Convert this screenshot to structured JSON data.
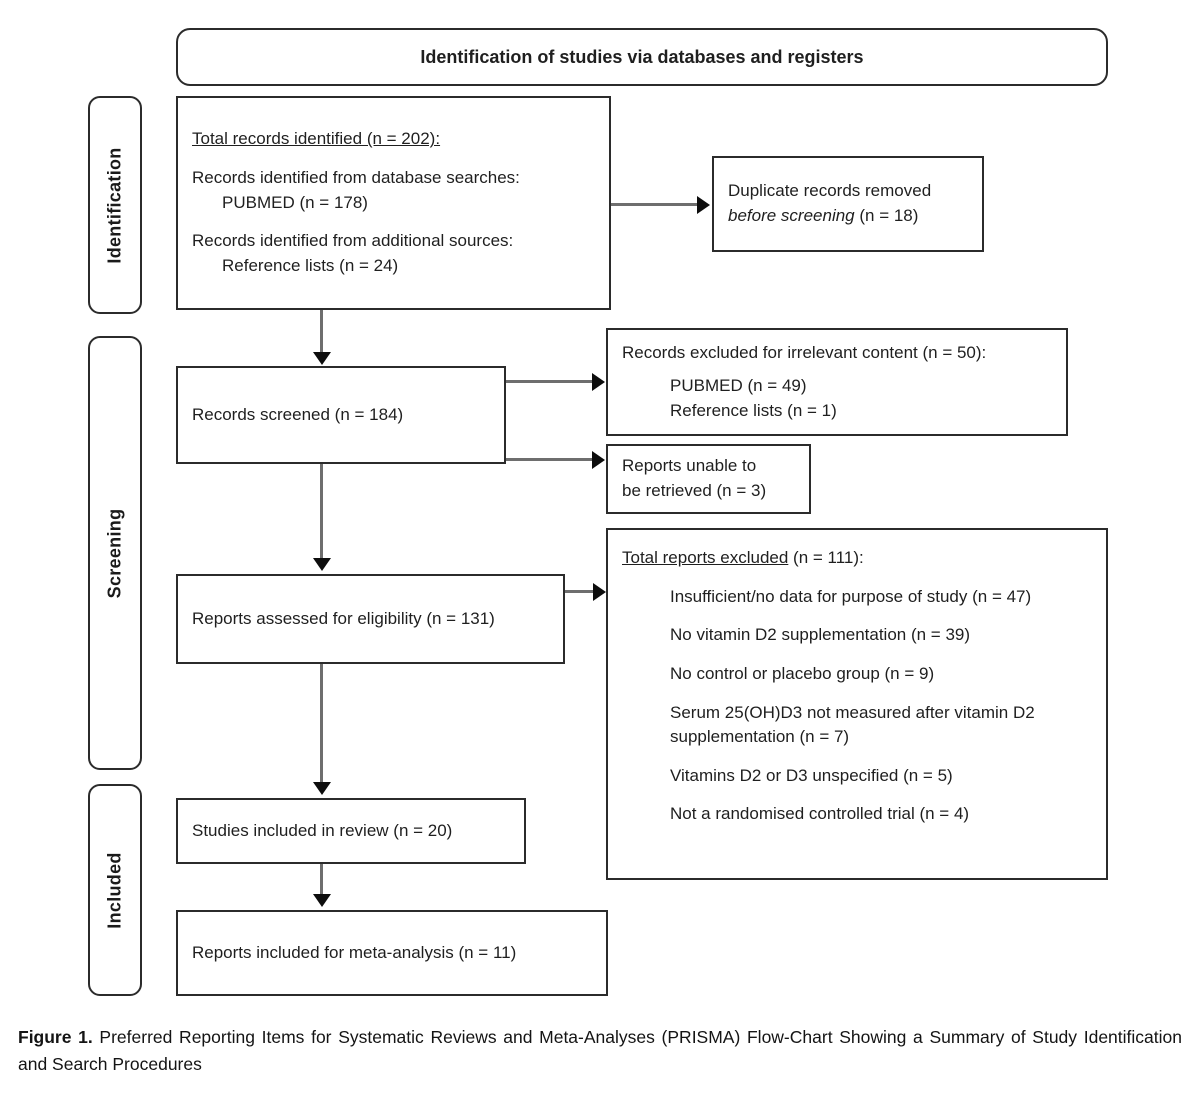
{
  "figure": {
    "header_banner": "Identification of studies via databases and registers",
    "caption_label": "Figure 1.",
    "caption_text": " Preferred Reporting Items for Systematic Reviews and Meta-Analyses (PRISMA) Flow-Chart Showing a Summary of Study Identification and Search Procedures"
  },
  "stages": {
    "identification": "Identification",
    "screening": "Screening",
    "included": "Included"
  },
  "chart_data": {
    "type": "diagram",
    "title": "Identification of studies via databases and registers",
    "nodes": [
      {
        "id": "records-identified",
        "stage": "Identification",
        "heading": "Total records identified (n = 202):",
        "lines": [
          "Records identified from database searches:",
          "PUBMED (n = 178)",
          "Records identified from additional sources:",
          "Reference lists (n = 24)"
        ],
        "n": 202
      },
      {
        "id": "duplicates-removed",
        "stage": "Identification",
        "lines": [
          "Duplicate records removed",
          "before screening (n = 18)"
        ],
        "n": 18
      },
      {
        "id": "records-screened",
        "stage": "Screening",
        "lines": [
          "Records screened (n = 184)"
        ],
        "n": 184
      },
      {
        "id": "records-excluded",
        "stage": "Screening",
        "heading": "Records excluded for irrelevant content (n = 50):",
        "lines": [
          "PUBMED (n = 49)",
          "Reference lists (n = 1)"
        ],
        "n": 50
      },
      {
        "id": "reports-not-retrieved",
        "stage": "Screening",
        "lines": [
          "Reports unable to",
          "be retrieved (n = 3)"
        ],
        "n": 3
      },
      {
        "id": "reports-assessed",
        "stage": "Screening",
        "lines": [
          "Reports assessed for eligibility (n = 131)"
        ],
        "n": 131
      },
      {
        "id": "reports-excluded",
        "stage": "Screening",
        "heading": "Total reports excluded (n = 111):",
        "lines": [
          "Insufficient/no data for purpose of study (n = 47)",
          "No vitamin D2 supplementation (n = 39)",
          "No control or placebo group (n = 9)",
          "Serum 25(OH)D3 not measured after vitamin D2 supplementation (n = 7)",
          "Vitamins D2 or D3 unspecified (n = 5)",
          "Not a randomised controlled trial (n = 4)"
        ],
        "n": 111
      },
      {
        "id": "studies-included",
        "stage": "Included",
        "lines": [
          "Studies included in review (n = 20)"
        ],
        "n": 20
      },
      {
        "id": "reports-meta-analysis",
        "stage": "Included",
        "lines": [
          "Reports included for meta-analysis (n = 11)"
        ],
        "n": 11
      }
    ],
    "edges": [
      {
        "from": "records-identified",
        "to": "duplicates-removed",
        "direction": "right"
      },
      {
        "from": "records-identified",
        "to": "records-screened",
        "direction": "down"
      },
      {
        "from": "records-screened",
        "to": "records-excluded",
        "direction": "right"
      },
      {
        "from": "records-screened",
        "to": "reports-not-retrieved",
        "direction": "right"
      },
      {
        "from": "records-screened",
        "to": "reports-assessed",
        "direction": "down"
      },
      {
        "from": "reports-assessed",
        "to": "reports-excluded",
        "direction": "right"
      },
      {
        "from": "reports-assessed",
        "to": "studies-included",
        "direction": "down"
      },
      {
        "from": "studies-included",
        "to": "reports-meta-analysis",
        "direction": "down"
      }
    ]
  },
  "boxes": {
    "identification_records": {
      "heading": "Total records identified (n = 202):",
      "l1": "Records identified from database searches:",
      "l2": "PUBMED (n = 178)",
      "l3": "Records identified from additional sources:",
      "l4": "Reference lists (n = 24)"
    },
    "duplicates": {
      "l1": "Duplicate records removed",
      "l2_italic": "before screening",
      "l2_rest": " (n = 18)"
    },
    "screened": {
      "l1": "Records screened (n = 184)"
    },
    "excluded_irrelevant": {
      "heading": "Records excluded for irrelevant content (n = 50):",
      "l1": "PUBMED (n = 49)",
      "l2": "Reference lists (n = 1)"
    },
    "not_retrieved": {
      "l1": "Reports unable to",
      "l2": "be retrieved (n = 3)"
    },
    "assessed": {
      "l1": "Reports assessed for eligibility (n = 131)"
    },
    "reports_excluded": {
      "heading_underline": "Total reports excluded",
      "heading_rest": " (n = 111):",
      "r1": "Insufficient/no data for purpose of study (n = 47)",
      "r2": "No vitamin D2 supplementation (n = 39)",
      "r3": "No control or placebo group (n = 9)",
      "r4": "Serum 25(OH)D3 not measured after vitamin D2",
      "r4b": "supplementation (n = 7)",
      "r5": "Vitamins D2 or D3 unspecified (n = 5)",
      "r6": "Not a randomised controlled trial (n = 4)"
    },
    "studies_included": {
      "l1": "Studies included in review (n = 20)"
    },
    "meta_analysis": {
      "l1": "Reports included for meta-analysis (n = 11)"
    }
  }
}
